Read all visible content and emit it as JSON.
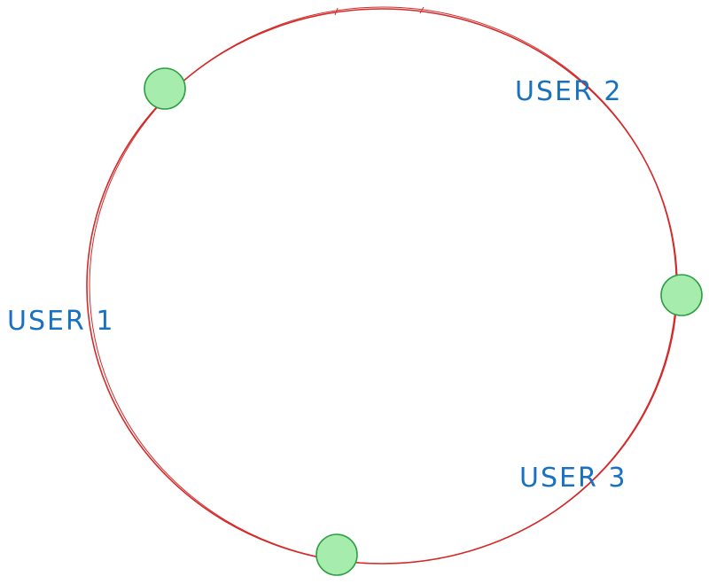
{
  "diagram": {
    "ring_color": "#d42a2a",
    "node_fill": "#a6ecac",
    "node_stroke": "#2f9e44",
    "label_color": "#1971c2",
    "labels": {
      "user1": "USER 1",
      "user2": "USER 2",
      "user3": "USER 3"
    }
  }
}
